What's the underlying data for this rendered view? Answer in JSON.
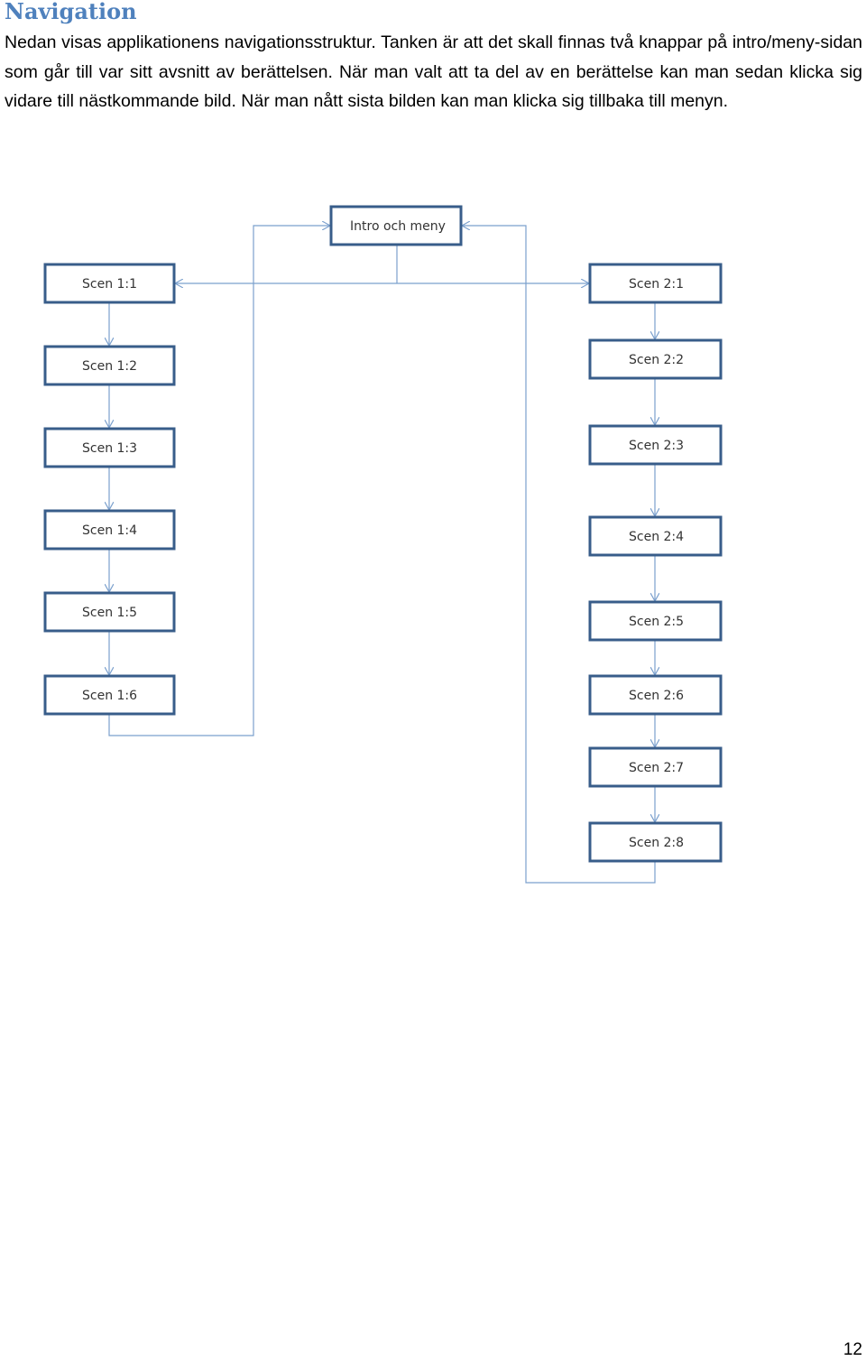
{
  "heading": "Navigation",
  "paragraph": "Nedan visas applikationens navigationsstruktur. Tanken är att det skall finnas två knappar på intro/meny-sidan som går till var sitt avsnitt av berättelsen. När man valt att ta del av en berättelse kan man sedan klicka sig vidare till nästkommande bild. När man nått sista bilden kan man klicka sig tillbaka till menyn.",
  "diagram": {
    "root": "Intro och meny",
    "branch1": [
      "Scen 1:1",
      "Scen 1:2",
      "Scen 1:3",
      "Scen 1:4",
      "Scen 1:5",
      "Scen 1:6"
    ],
    "branch2": [
      "Scen 2:1",
      "Scen 2:2",
      "Scen 2:3",
      "Scen 2:4",
      "Scen 2:5",
      "Scen 2:6",
      "Scen 2:7",
      "Scen 2:8"
    ]
  },
  "page_number": "12",
  "colors": {
    "heading": "#4f81bd",
    "box_border": "#385d8a",
    "connector": "#7ba0cd"
  }
}
